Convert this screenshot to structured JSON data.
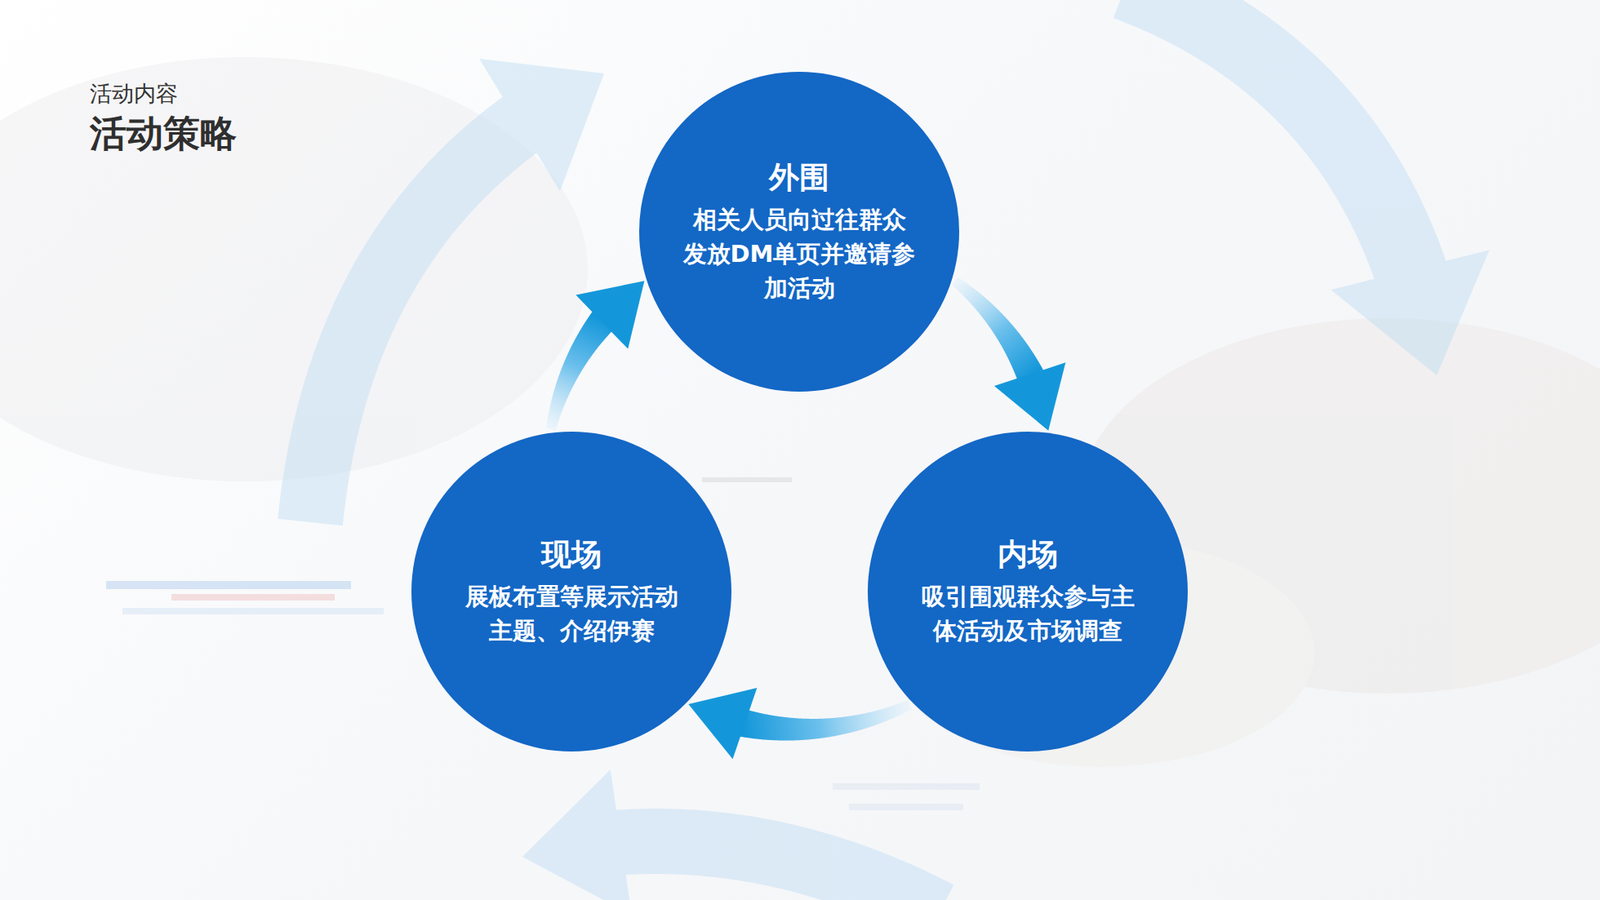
{
  "diagram": {
    "title": "活动策略",
    "nodes": [
      {
        "text": [
          "外围",
          "相关人员向过往群众发放DM单页并邀请参加活动"
        ]
      },
      {
        "text": [
          "现场",
          "展板布置等展示活动主题、介绍伊赛"
        ]
      },
      {
        "text": [
          "内场",
          "吸引围观群众参与主体活动及市场调查"
        ]
      }
    ],
    "edges": [
      {
        "from": 0,
        "to": 2,
        "arrow": "to"
      },
      {
        "from": 2,
        "to": 1,
        "arrow": "to"
      },
      {
        "from": 1,
        "to": 0,
        "arrow": "to"
      }
    ],
    "labels": [
      "活动内容"
    ]
  }
}
